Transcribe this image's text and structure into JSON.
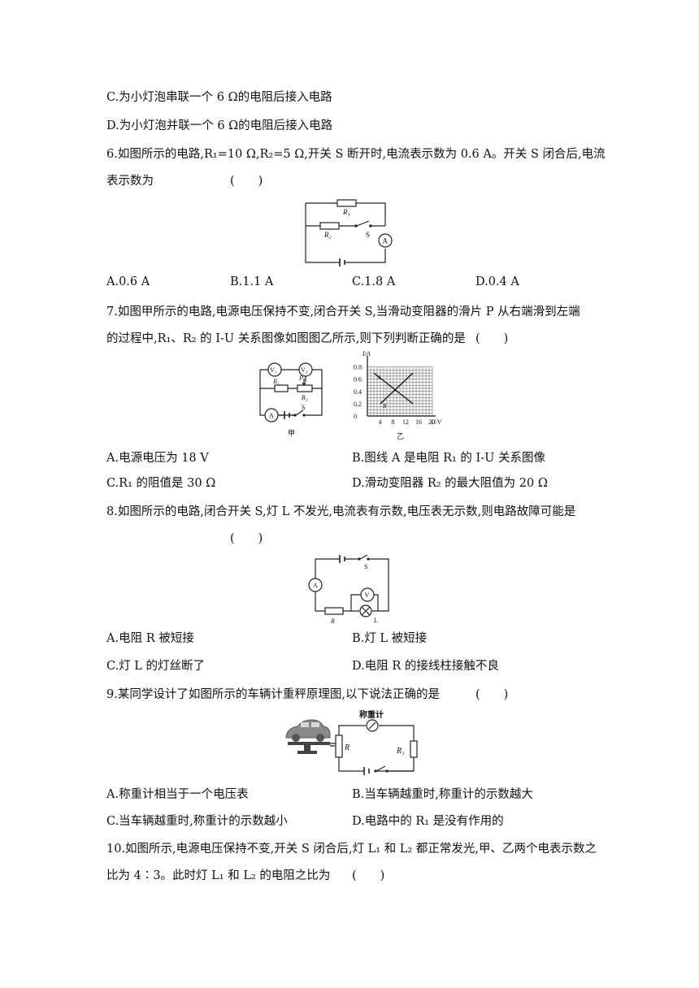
{
  "q5_options": {
    "C": "C.为小灯泡串联一个 6 Ω的电阻后接入电路",
    "D": "D.为小灯泡并联一个 6 Ω的电阻后接入电路"
  },
  "q6": {
    "stem_line1": "6.如图所示的电路,R₁=10 Ω,R₂=5 Ω,开关 S 断开时,电流表示数为 0.6 A。开关 S 闭合后,电流",
    "stem_line2": "表示数为",
    "blank": "(　　)",
    "figure_labels": {
      "r1": "R₁",
      "r2": "R₂",
      "s": "S",
      "a": "A"
    },
    "options": {
      "A": "A.0.6 A",
      "B": "B.1.1 A",
      "C": "C.1.8 A",
      "D": "D.0.4 A"
    }
  },
  "q7": {
    "stem_line1": "7.如图甲所示的电路,电源电压保持不变,闭合开关 S,当滑动变阻器的滑片 P 从右端滑到左端",
    "stem_line2": "的过程中,R₁、R₂ 的 I-U 关系图像如图图乙所示,则下列判断正确的是",
    "blank": "(　　)",
    "fig_jia": {
      "v1": "V₁",
      "v2": "V₂",
      "r1": "R₁",
      "r2": "R₂",
      "p": "P",
      "a": "A",
      "s": "S",
      "caption": "甲"
    },
    "fig_yi": {
      "caption": "乙",
      "A_label": "A",
      "B_label": "B"
    },
    "options": {
      "A": "A.电源电压为 18 V",
      "B": "B.图线 A 是电阻 R₁ 的 I-U 关系图像",
      "C": "C.R₁ 的阻值是 30 Ω",
      "D": "D.滑动变阻器 R₂ 的最大阻值为 20 Ω"
    }
  },
  "chart_data": {
    "type": "line",
    "xlabel": "U/V",
    "ylabel": "I/A",
    "x_ticks": [
      "4",
      "8",
      "12",
      "16",
      "20"
    ],
    "y_ticks": [
      "0.8",
      "0.6",
      "0.4",
      "0.2",
      "0"
    ],
    "xlim": [
      0,
      20
    ],
    "ylim": [
      0,
      0.9
    ],
    "series": [
      {
        "name": "A",
        "x": [
          2,
          14
        ],
        "y": [
          0.7,
          0.2
        ]
      },
      {
        "name": "B",
        "x": [
          4,
          14
        ],
        "y": [
          0.2,
          0.7
        ]
      }
    ]
  },
  "q8": {
    "stem": "8.如图所示的电路,闭合开关 S,灯 L 不发光,电流表有示数,电压表无示数,则电路故障可能是",
    "blank": "(　　)",
    "figure_labels": {
      "s": "S",
      "a": "A",
      "v": "V",
      "r": "R",
      "l": "L"
    },
    "options": {
      "A": "A.电阻 R 被短接",
      "B": "B.灯 L 被短接",
      "C": "C.灯 L 的灯丝断了",
      "D": "D.电阻 R 的接线柱接触不良"
    }
  },
  "q9": {
    "stem": "9.某同学设计了如图所示的车辆计重秤原理图,以下说法正确的是",
    "blank": "(　　)",
    "figure_labels": {
      "meter": "称重计",
      "r": "R",
      "r1": "R₁"
    },
    "options": {
      "A": "A.称重计相当于一个电压表",
      "B": "B.当车辆越重时,称重计的示数越大",
      "C": "C.当车辆越重时,称重计的示数越小",
      "D": "D.电路中的 R₁ 是没有作用的"
    }
  },
  "q10": {
    "stem_line1": "10.如图所示,电源电压保持不变,开关 S 闭合后,灯 L₁ 和 L₂ 都正常发光,甲、乙两个电表示数之",
    "stem_line2": "比为 4∶3。此时灯 L₁ 和 L₂ 的电阻之比为",
    "blank": "(　　)"
  }
}
